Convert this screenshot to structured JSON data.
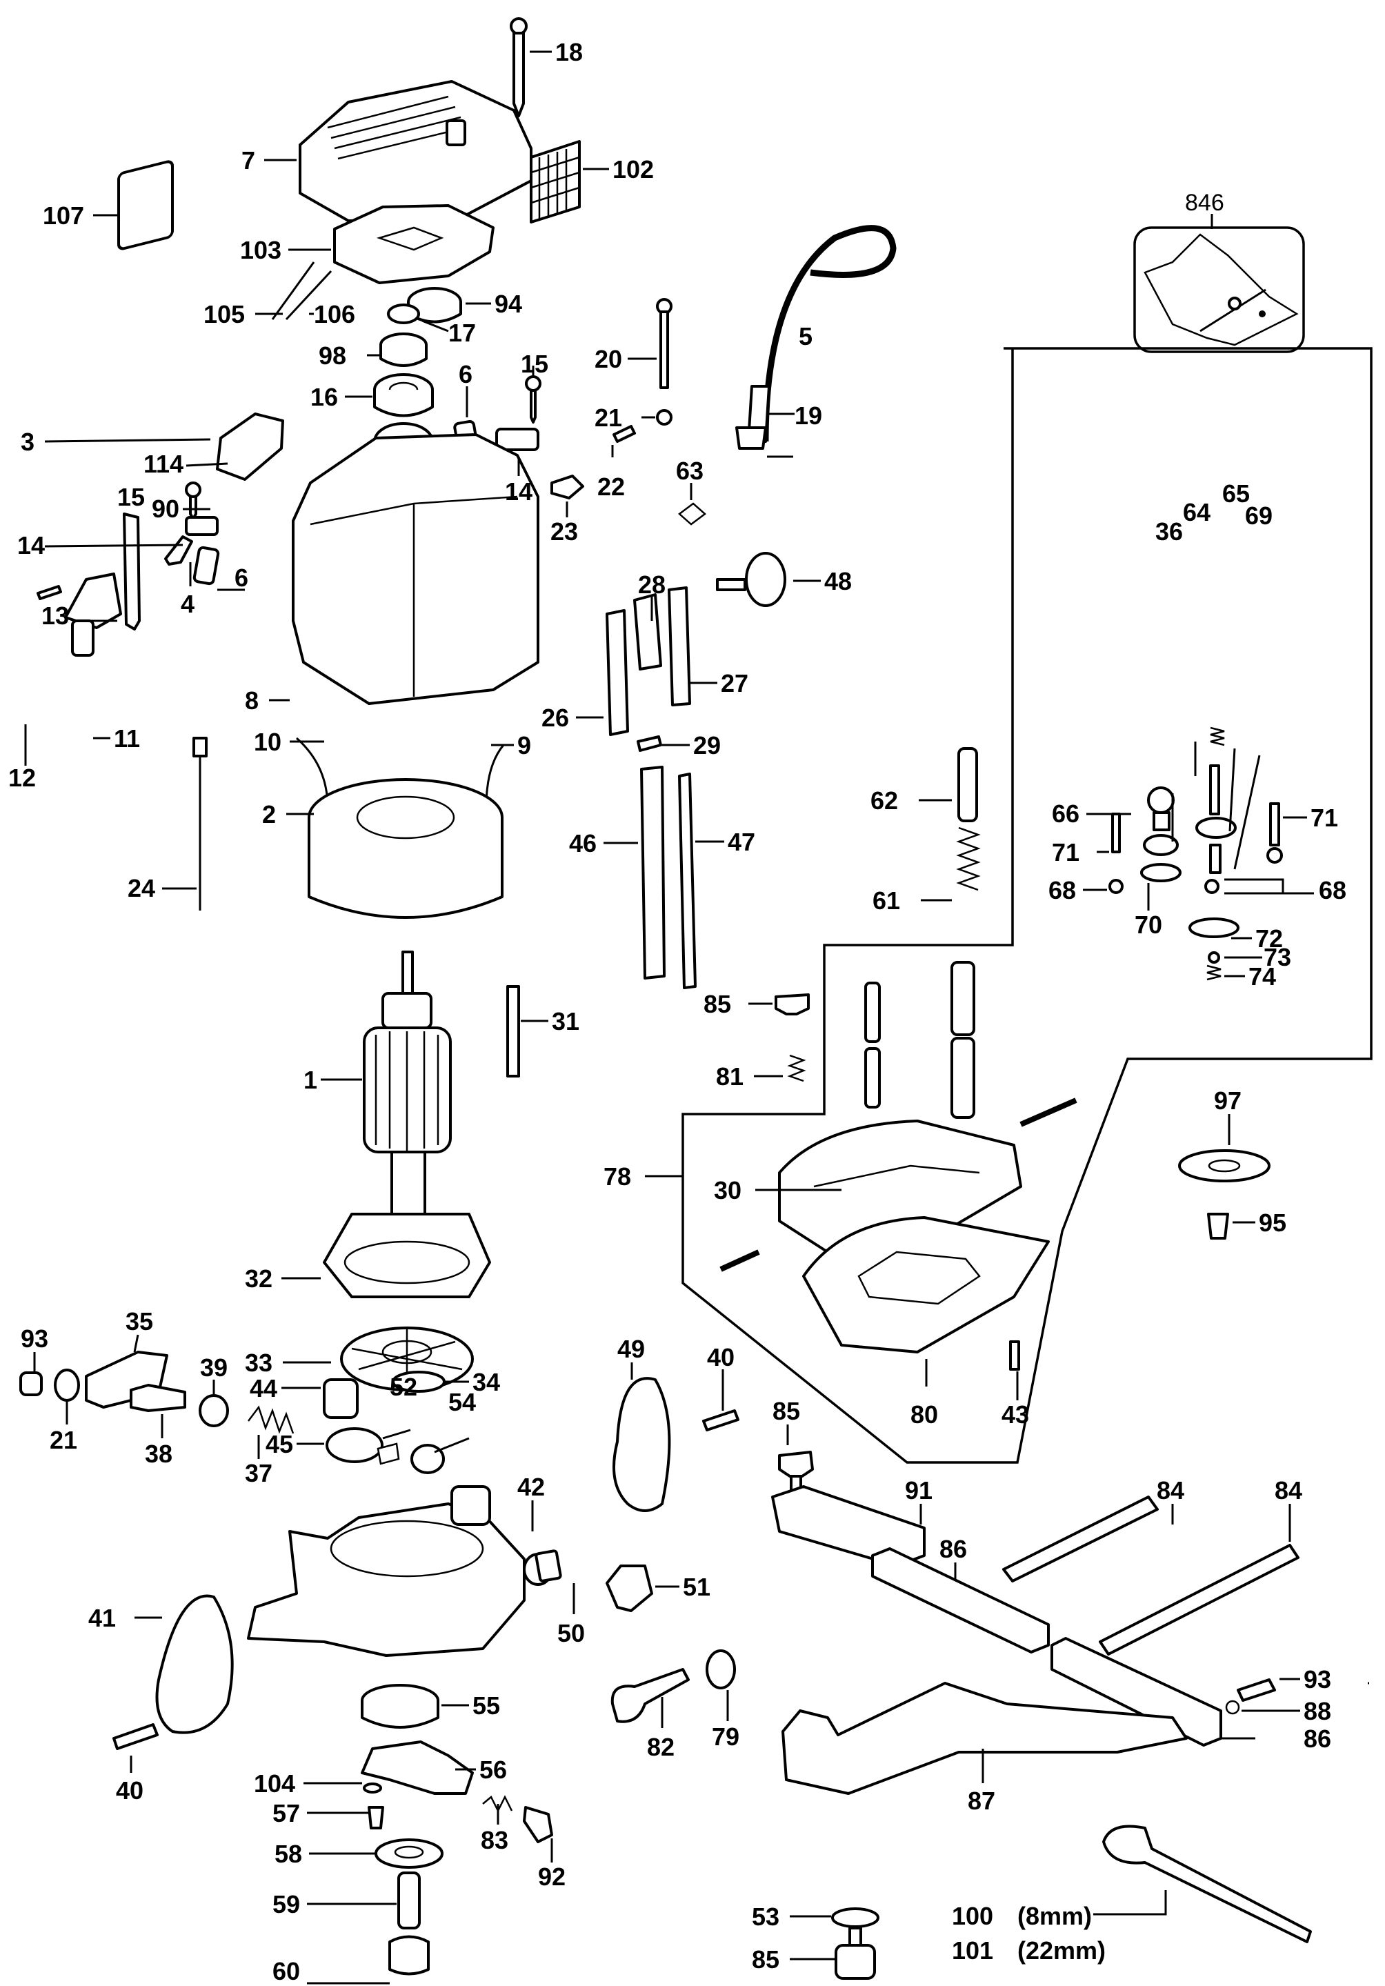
{
  "diagram": {
    "type": "exploded-parts-diagram",
    "subject": "router",
    "callouts": [
      {
        "id": "18",
        "label": "18"
      },
      {
        "id": "7",
        "label": "7"
      },
      {
        "id": "102",
        "label": "102"
      },
      {
        "id": "107",
        "label": "107"
      },
      {
        "id": "103",
        "label": "103"
      },
      {
        "id": "105",
        "label": "105"
      },
      {
        "id": "106",
        "label": "106"
      },
      {
        "id": "94",
        "label": "94"
      },
      {
        "id": "17",
        "label": "17"
      },
      {
        "id": "98",
        "label": "98"
      },
      {
        "id": "16",
        "label": "16"
      },
      {
        "id": "6a",
        "label": "6"
      },
      {
        "id": "15a",
        "label": "15"
      },
      {
        "id": "20",
        "label": "20"
      },
      {
        "id": "21a",
        "label": "21"
      },
      {
        "id": "5",
        "label": "5"
      },
      {
        "id": "19",
        "label": "19"
      },
      {
        "id": "846",
        "label": "846"
      },
      {
        "id": "3",
        "label": "3"
      },
      {
        "id": "114",
        "label": "114"
      },
      {
        "id": "90",
        "label": "90"
      },
      {
        "id": "15b",
        "label": "15"
      },
      {
        "id": "14a",
        "label": "14"
      },
      {
        "id": "14b",
        "label": "14"
      },
      {
        "id": "22",
        "label": "22"
      },
      {
        "id": "23",
        "label": "23"
      },
      {
        "id": "63",
        "label": "63"
      },
      {
        "id": "6b",
        "label": "6"
      },
      {
        "id": "13",
        "label": "13"
      },
      {
        "id": "4",
        "label": "4"
      },
      {
        "id": "28",
        "label": "28"
      },
      {
        "id": "48",
        "label": "48"
      },
      {
        "id": "27",
        "label": "27"
      },
      {
        "id": "26",
        "label": "26"
      },
      {
        "id": "29",
        "label": "29"
      },
      {
        "id": "8",
        "label": "8"
      },
      {
        "id": "11",
        "label": "11"
      },
      {
        "id": "12",
        "label": "12"
      },
      {
        "id": "10",
        "label": "10"
      },
      {
        "id": "9",
        "label": "9"
      },
      {
        "id": "2",
        "label": "2"
      },
      {
        "id": "24",
        "label": "24"
      },
      {
        "id": "46",
        "label": "46"
      },
      {
        "id": "47",
        "label": "47"
      },
      {
        "id": "62",
        "label": "62"
      },
      {
        "id": "61",
        "label": "61"
      },
      {
        "id": "65",
        "label": "65"
      },
      {
        "id": "64",
        "label": "64"
      },
      {
        "id": "69",
        "label": "69"
      },
      {
        "id": "36",
        "label": "36"
      },
      {
        "id": "66",
        "label": "66"
      },
      {
        "id": "71a",
        "label": "71"
      },
      {
        "id": "71b",
        "label": "71"
      },
      {
        "id": "68a",
        "label": "68"
      },
      {
        "id": "68b",
        "label": "68"
      },
      {
        "id": "70",
        "label": "70"
      },
      {
        "id": "72",
        "label": "72"
      },
      {
        "id": "73",
        "label": "73"
      },
      {
        "id": "74",
        "label": "74"
      },
      {
        "id": "31",
        "label": "31"
      },
      {
        "id": "85a",
        "label": "85"
      },
      {
        "id": "81",
        "label": "81"
      },
      {
        "id": "1",
        "label": "1"
      },
      {
        "id": "97",
        "label": "97"
      },
      {
        "id": "78",
        "label": "78"
      },
      {
        "id": "30",
        "label": "30"
      },
      {
        "id": "95",
        "label": "95"
      },
      {
        "id": "32",
        "label": "32"
      },
      {
        "id": "33",
        "label": "33"
      },
      {
        "id": "80",
        "label": "80"
      },
      {
        "id": "43",
        "label": "43"
      },
      {
        "id": "93a",
        "label": "93"
      },
      {
        "id": "35",
        "label": "35"
      },
      {
        "id": "49",
        "label": "49"
      },
      {
        "id": "40a",
        "label": "40"
      },
      {
        "id": "34",
        "label": "34"
      },
      {
        "id": "39",
        "label": "39"
      },
      {
        "id": "44",
        "label": "44"
      },
      {
        "id": "52",
        "label": "52"
      },
      {
        "id": "54",
        "label": "54"
      },
      {
        "id": "85b",
        "label": "85"
      },
      {
        "id": "21b",
        "label": "21"
      },
      {
        "id": "38",
        "label": "38"
      },
      {
        "id": "45",
        "label": "45"
      },
      {
        "id": "42",
        "label": "42"
      },
      {
        "id": "91",
        "label": "91"
      },
      {
        "id": "84a",
        "label": "84"
      },
      {
        "id": "84b",
        "label": "84"
      },
      {
        "id": "37",
        "label": "37"
      },
      {
        "id": "51",
        "label": "51"
      },
      {
        "id": "86a",
        "label": "86"
      },
      {
        "id": "41",
        "label": "41"
      },
      {
        "id": "50",
        "label": "50"
      },
      {
        "id": "55",
        "label": "55"
      },
      {
        "id": "82",
        "label": "82"
      },
      {
        "id": "79",
        "label": "79"
      },
      {
        "id": "40b",
        "label": "40"
      },
      {
        "id": "93b",
        "label": "93"
      },
      {
        "id": "88",
        "label": "88"
      },
      {
        "id": "56",
        "label": "56"
      },
      {
        "id": "104",
        "label": "104"
      },
      {
        "id": "57",
        "label": "57"
      },
      {
        "id": "83",
        "label": "83"
      },
      {
        "id": "92",
        "label": "92"
      },
      {
        "id": "86b",
        "label": "86"
      },
      {
        "id": "58",
        "label": "58"
      },
      {
        "id": "87",
        "label": "87"
      },
      {
        "id": "53",
        "label": "53"
      },
      {
        "id": "59",
        "label": "59"
      },
      {
        "id": "85c",
        "label": "85"
      },
      {
        "id": "60",
        "label": "60"
      }
    ],
    "wrench_callout": {
      "line1_number": "100",
      "line1_size": "(8mm)",
      "line2_number": "101",
      "line2_size": "(22mm)"
    }
  }
}
